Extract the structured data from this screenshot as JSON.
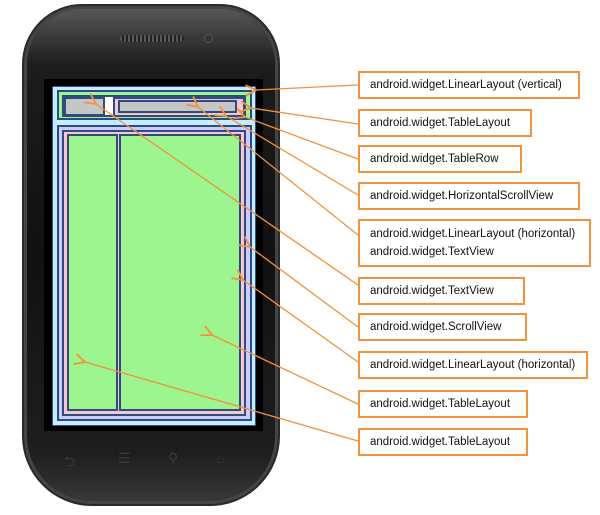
{
  "labels": [
    "android.widget.LinearLayout  (vertical)",
    "android.widget.TableLayout",
    "android.widget.TableRow",
    "android.widget.HorizontalScrollView",
    "android.widget.LinearLayout (horizontal)",
    "android.widget.TextView",
    "android.widget.TextView",
    "android.widget.ScrollView",
    "android.widget.LinearLayout (horizontal)",
    "android.widget.TableLayout",
    "android.widget.TableLayout"
  ],
  "nav_icons": [
    "back-icon",
    "menu-icon",
    "search-icon",
    "home-icon"
  ],
  "colors": {
    "arrow": "#f0923e",
    "green": "#9cf58f",
    "lavender": "#cacbff",
    "pink": "#f7c7cf",
    "light_blue": "#c2eeff"
  }
}
